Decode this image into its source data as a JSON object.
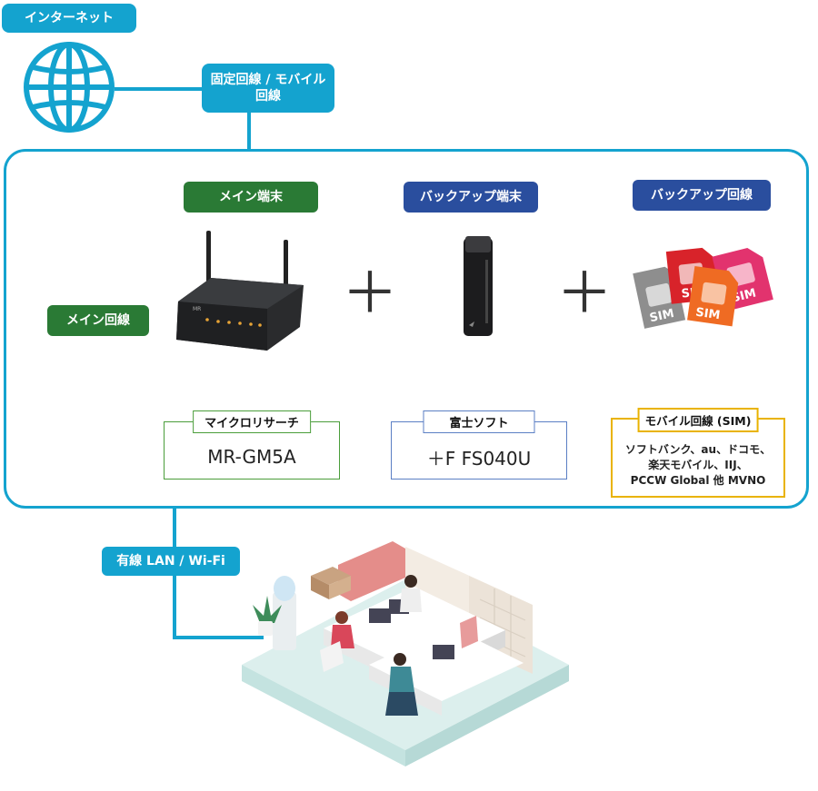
{
  "colors": {
    "accent": "#14a3cf",
    "main_green": "#2a7a35",
    "backup_blue": "#2a4e9e",
    "mobile_gold": "#e9b300",
    "router_box_border": "#4a9d3a",
    "backup_box_border": "#5b7fc4"
  },
  "top": {
    "internet_label": "インターネット",
    "line_label": "固定回線 / モバイル回線"
  },
  "main_line_label": "メイン回線",
  "columns": {
    "main": {
      "header": "メイン端末",
      "maker": "マイクロリサーチ",
      "model": "MR-GM5A"
    },
    "backup_device": {
      "header": "バックアップ端末",
      "maker": "富士ソフト",
      "model": "＋F FS040U"
    },
    "backup_line": {
      "header": "バックアップ回線",
      "title": "モバイル回線 (SIM)",
      "carriers": [
        "ソフトバンク、au、ドコモ、",
        "楽天モバイル、IIJ、",
        "PCCW Global 他 MVNO"
      ]
    }
  },
  "plus_sign": "＋",
  "lan_label": "有線 LAN / Wi-Fi",
  "sim_card_labels": [
    "SIM",
    "SIM",
    "SIM",
    "SIM"
  ],
  "icons": [
    "globe-icon",
    "router-image",
    "usb-dongle-image",
    "sim-cards-image",
    "office-illustration"
  ]
}
